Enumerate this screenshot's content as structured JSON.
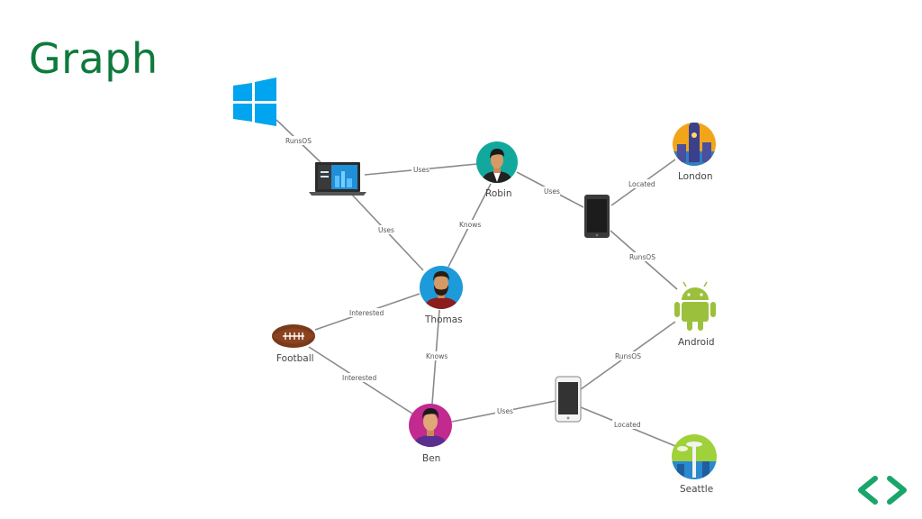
{
  "slide": {
    "title": "Graph"
  },
  "nodes": {
    "robin": "Robin",
    "thomas": "Thomas",
    "ben": "Ben",
    "football": "Football",
    "london": "London",
    "android": "Android",
    "seattle": "Seattle"
  },
  "edges": {
    "windows_laptop": "RunsOS",
    "laptop_robin": "Uses",
    "laptop_thomas": "Uses",
    "robin_phone": "Uses",
    "robin_thomas": "Knows",
    "phone_london": "Located",
    "phone_android": "RunsOS",
    "thomas_football": "Interested",
    "thomas_ben": "Knows",
    "football_ben": "Interested",
    "ben_phone2": "Uses",
    "phone2_android": "RunsOS",
    "phone2_seattle": "Located"
  },
  "icons": {
    "windows": "windows-logo-icon",
    "laptop": "laptop-icon",
    "phone_dark": "smartphone-icon",
    "phone_light": "smartphone-icon",
    "android": "android-icon",
    "football": "football-icon",
    "london": "london-icon",
    "seattle": "seattle-icon",
    "prev": "chevron-left-icon",
    "next": "chevron-right-icon"
  },
  "colors": {
    "title": "#0e7a3c",
    "windows": "#00a4ef",
    "android": "#9bc13c",
    "nav": "#1aa56b",
    "edge": "#8a8a8a"
  }
}
